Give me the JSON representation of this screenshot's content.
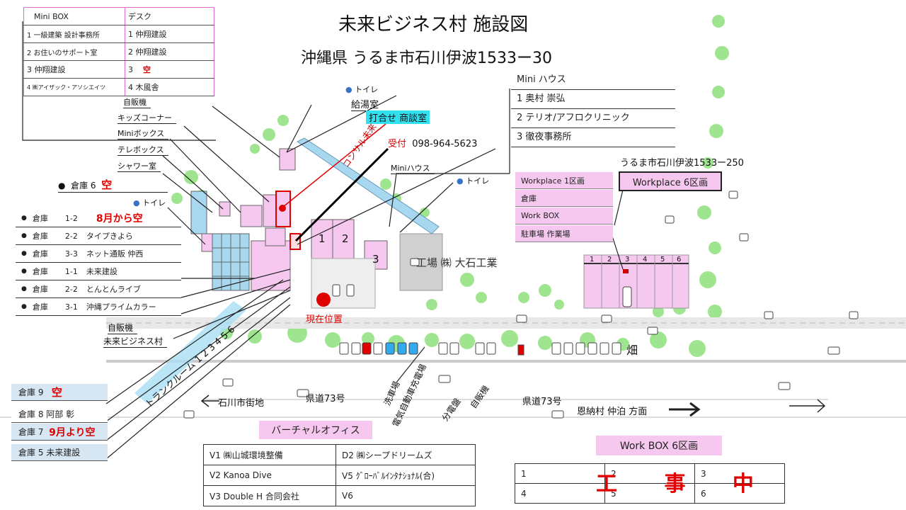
{
  "title": "未来ビジネス村 施設図",
  "address": "沖縄県 うるま市石川伊波1533ー30",
  "address2": "うるま市石川伊波1533ー250",
  "mini_box_table": {
    "headers": [
      "Mini BOX",
      "デスク"
    ],
    "rows": [
      [
        "1 一級建築 設計事務所",
        "1 仲翔建設"
      ],
      [
        "2 お住いのサポート室",
        "2 仲翔建設"
      ],
      [
        "3 仲翔建設",
        "3",
        "空"
      ],
      [
        "4 ㈱アイザック・アソシエイツ",
        "4 木風舎"
      ]
    ]
  },
  "mini_house_table": {
    "header": "Mini ハウス",
    "rows": [
      "1 奥村 崇弘",
      "2 テリオ/アフロクリニック",
      "3 徹夜事務所"
    ]
  },
  "top_labels": {
    "toilet1": "トイレ",
    "kyutoshitsu": "給湯室",
    "meeting": "打合せ 商談室",
    "vending": "自販機",
    "kids": "キッズコーナー",
    "minibox": "Miniボックス",
    "telebox": "テレボックス",
    "shower": "シャワー室",
    "consul": "コンサル未来",
    "reception": "受付",
    "phone": "098-964-5623",
    "minihouse": "Miniハウス",
    "toilet2": "トイレ",
    "toilet3": "トイレ"
  },
  "warehouse6": {
    "label": "倉庫 6",
    "status": "空"
  },
  "warehouse_list": [
    {
      "a": "倉庫",
      "b": "1-2",
      "c": "",
      "status": "8月から空"
    },
    {
      "a": "倉庫",
      "b": "2-2",
      "c": "タイプきよら",
      "status": ""
    },
    {
      "a": "倉庫",
      "b": "3-3",
      "c": "ネット通販 仲西",
      "status": ""
    },
    {
      "a": "倉庫",
      "b": "1-1",
      "c": "未来建設",
      "status": ""
    },
    {
      "a": "倉庫",
      "b": "2-2",
      "c": "とんとんライブ",
      "status": ""
    },
    {
      "a": "倉庫",
      "b": "3-1",
      "c": "沖縄プライムカラー",
      "status": ""
    }
  ],
  "lower_labels": {
    "vending2": "自販機",
    "village": "未来ビジネス村",
    "trunk": "トランクルーム 1 2 3 4 5 6",
    "current": "現在位置",
    "factory": "工場 ㈱ 大石工業",
    "field": "畑",
    "carwash": "洗車場",
    "ev": "電気自動車充電場",
    "panel": "分電盤",
    "vending3": "自販機",
    "ishikawa": "石川市街地",
    "route1": "県道73号",
    "route2": "県道73号",
    "direction": "恩納村 仲泊 方面",
    "bldg1": "1",
    "bldg2": "2",
    "bldg3": "3"
  },
  "left_bottom": [
    {
      "label": "倉庫 9",
      "status": "空"
    },
    {
      "label": "倉庫 8 阿部 彰",
      "status": ""
    },
    {
      "label": "倉庫 7",
      "status": "9月より空"
    },
    {
      "label": "倉庫 5 未来建設",
      "status": ""
    }
  ],
  "workplace_items": [
    "Workplace 1区画",
    "倉庫",
    "Work BOX",
    "駐車場 作業場"
  ],
  "workplace6": "Workplace 6区画",
  "parking_nums": [
    "1",
    "2",
    "3",
    "4",
    "5",
    "6"
  ],
  "virtual_office": {
    "title": "バーチャルオフィス",
    "rows": [
      [
        "V1 ㈱山城環境整備",
        "D2 ㈱シープドリームズ"
      ],
      [
        "V2 Kanoa Dive",
        "V5 ｸﾞﾛｰﾊﾞﾙｲﾝﾀﾅｼｮﾅﾙ(合)"
      ],
      [
        "V3 Double H 合同会社",
        "V6"
      ]
    ]
  },
  "workbox6": {
    "title": "Work BOX 6区画",
    "rows": [
      [
        "1",
        "2",
        "3"
      ],
      [
        "4",
        "5",
        "6"
      ]
    ],
    "construction": "工 事 中"
  },
  "colors": {
    "accent_pink": "#f6c8ef",
    "status_red": "#e00000",
    "cyan": "#33e0f0",
    "light_blue": "#d6e6f3"
  }
}
